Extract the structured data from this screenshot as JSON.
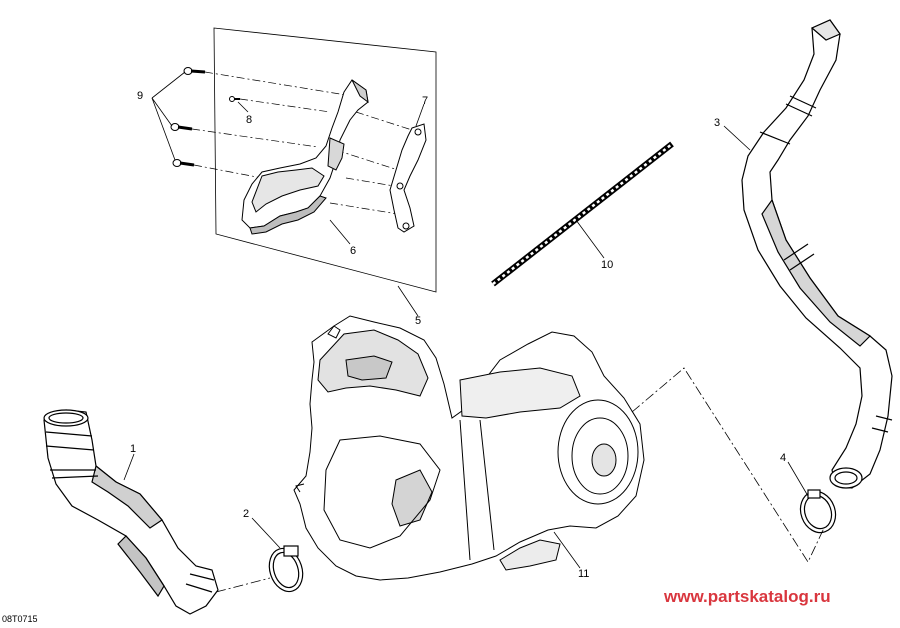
{
  "callouts": {
    "c1": "1",
    "c2": "2",
    "c3": "3",
    "c4": "4",
    "c5": "5",
    "c6": "6",
    "c7": "7",
    "c8": "8",
    "c9": "9",
    "c10": "10",
    "c11": "11"
  },
  "drawing_code": "08T0715",
  "watermark": "www.partskatalog.ru",
  "colors": {
    "line": "#000000",
    "watermark": "#d9363e",
    "fill_light": "#ffffff",
    "fill_shade": "#cfcfcf"
  }
}
